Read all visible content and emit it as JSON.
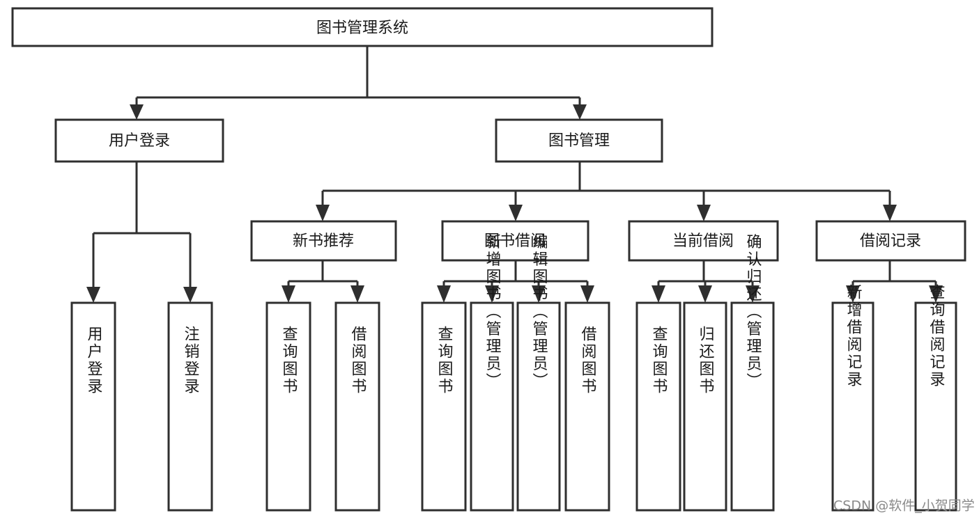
{
  "diagram": {
    "type": "tree-hierarchy",
    "title": "图书管理系统",
    "watermark": "CSDN @软件_小贺同学",
    "colors": {
      "box_fill": "#ffffff",
      "box_stroke": "#2f2f2f",
      "text": "#1a1a1a",
      "background": "#ffffff",
      "watermark": "#8a8a8a"
    },
    "levels": {
      "root": {
        "label": "图书管理系统"
      },
      "level2": [
        {
          "label": "用户登录"
        },
        {
          "label": "图书管理"
        }
      ],
      "level3": [
        {
          "label": "新书推荐"
        },
        {
          "label": "图书借阅"
        },
        {
          "label": "当前借阅"
        },
        {
          "label": "借阅记录"
        }
      ]
    },
    "nodes": {
      "root": "图书管理系统",
      "user_login": "用户登录",
      "book_manage": "图书管理",
      "new_book_rec": "新书推荐",
      "book_borrow": "图书借阅",
      "current_borrow": "当前借阅",
      "borrow_record": "借阅记录",
      "leaf_user_login": "用户登录",
      "leaf_user_logout": "注销登录",
      "leaf_rec_query": "查询图书",
      "leaf_rec_borrow": "借阅图书",
      "leaf_borrow_query": "查询图书",
      "leaf_borrow_add": "新增图书（管理员）",
      "leaf_borrow_edit": "编辑图书（管理员）",
      "leaf_borrow_borrow": "借阅图书",
      "leaf_current_query": "查询图书",
      "leaf_current_return": "归还图书",
      "leaf_current_confirm": "确认归还（管理员）",
      "leaf_record_add": "新增借阅记录",
      "leaf_record_query": "查询借阅记录"
    }
  }
}
